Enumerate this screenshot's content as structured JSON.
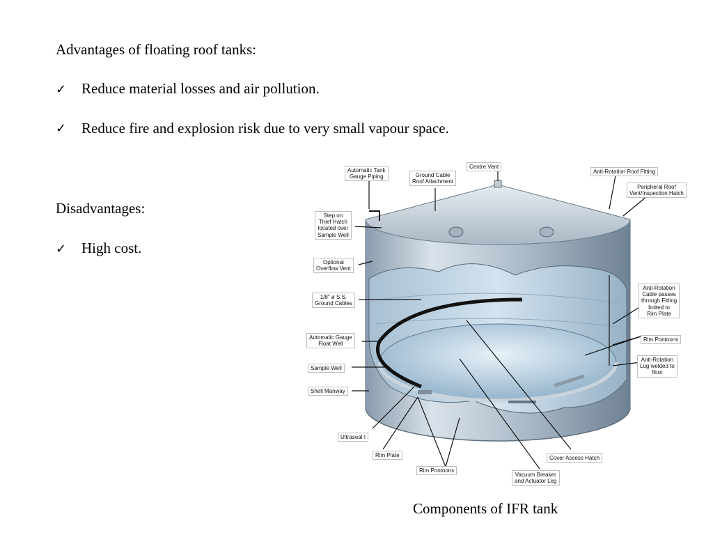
{
  "slide": {
    "advantages_heading": "Advantages of floating roof tanks:",
    "advantages": [
      "Reduce material losses and air pollution.",
      "Reduce fire and explosion risk due to very small vapour space."
    ],
    "disadvantages_heading": "Disadvantages:",
    "disadvantages": [
      "High cost."
    ],
    "caption": "Components of IFR tank"
  },
  "diagram": {
    "labels": {
      "auto_tank_gauge_piping": "Automatic Tank\nGauge Piping",
      "ground_cable_roof": "Ground Cable\nRoof Attachment",
      "centre_vent": "Centre Vent",
      "anti_rotation_roof_fitting": "Anti-Rotation Roof Fitting",
      "peripheral_roof_vent": "Peripheral Roof\nVent/Inspection Hatch",
      "step_on_thief_hatch": "Step on\nThief Hatch\nlocated over\nSample Well",
      "optional_overflow_vent": "Optional\nOverflow Vent",
      "ground_cables": "1/8\" ø S.S.\nGround Cables",
      "anti_rotation_cable": "Anti-Rotation\nCable passes\nthrough Fitting\nbolted to\nRim Plate",
      "auto_gauge_float_well": "Automatic Gauge\nFloat Well",
      "rim_pontoons_right": "Rim Pontoons",
      "anti_rotation_lug": "Anti-Rotation\nLug welded to\nfloor",
      "sample_well": "Sample Well",
      "shell_manway": "Shell Manway",
      "ultraseal": "Ultraseal I",
      "rim_plate": "Rim Plate",
      "rim_pontoons_bottom": "Rim Pontoons",
      "cover_access_hatch": "Cover Access Hatch",
      "vacuum_breaker": "Vacuum Breaker\nand Actuator Leg"
    }
  }
}
